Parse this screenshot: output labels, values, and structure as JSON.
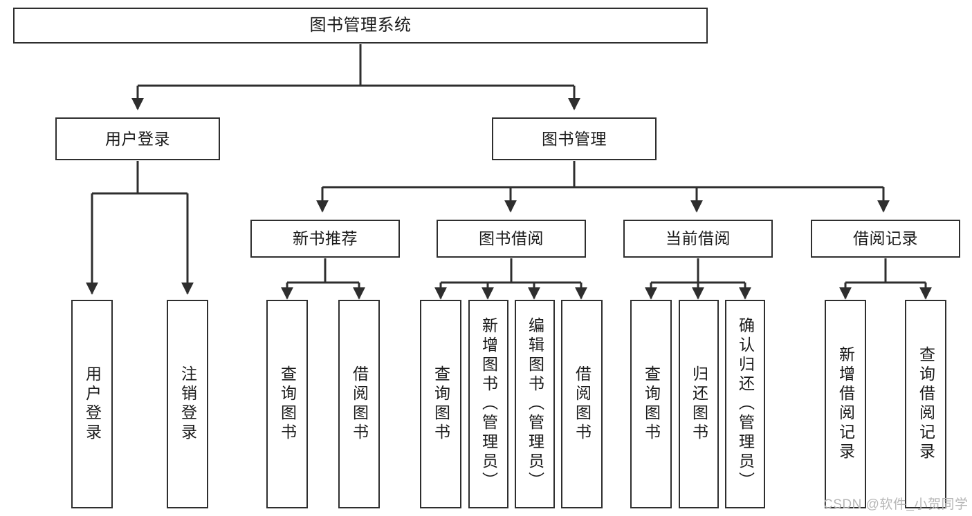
{
  "diagram": {
    "title": "图书管理系统",
    "type": "tree-hierarchy",
    "root": {
      "label": "图书管理系统"
    },
    "level2": [
      {
        "label": "用户登录"
      },
      {
        "label": "图书管理"
      }
    ],
    "level3": [
      {
        "label": "新书推荐"
      },
      {
        "label": "图书借阅"
      },
      {
        "label": "当前借阅"
      },
      {
        "label": "借阅记录"
      }
    ],
    "leaves": {
      "user_login": [
        {
          "label": "用户登录"
        },
        {
          "label": "注销登录"
        }
      ],
      "new_book_recommend": [
        {
          "label": "查询图书"
        },
        {
          "label": "借阅图书"
        }
      ],
      "book_borrow": [
        {
          "label": "查询图书"
        },
        {
          "label": "新增图书（管理员）"
        },
        {
          "label": "编辑图书（管理员）"
        },
        {
          "label": "借阅图书"
        }
      ],
      "current_borrow": [
        {
          "label": "查询图书"
        },
        {
          "label": "归还图书"
        },
        {
          "label": "确认归还（管理员）"
        }
      ],
      "borrow_record": [
        {
          "label": "新增借阅记录"
        },
        {
          "label": "查询借阅记录"
        }
      ]
    }
  },
  "watermark": {
    "text": "CSDN @软件_小贺同学"
  },
  "colors": {
    "stroke": "#2e2e2e",
    "background": "#ffffff",
    "text": "#1b1b1b",
    "watermark": "#b6b6b6"
  }
}
